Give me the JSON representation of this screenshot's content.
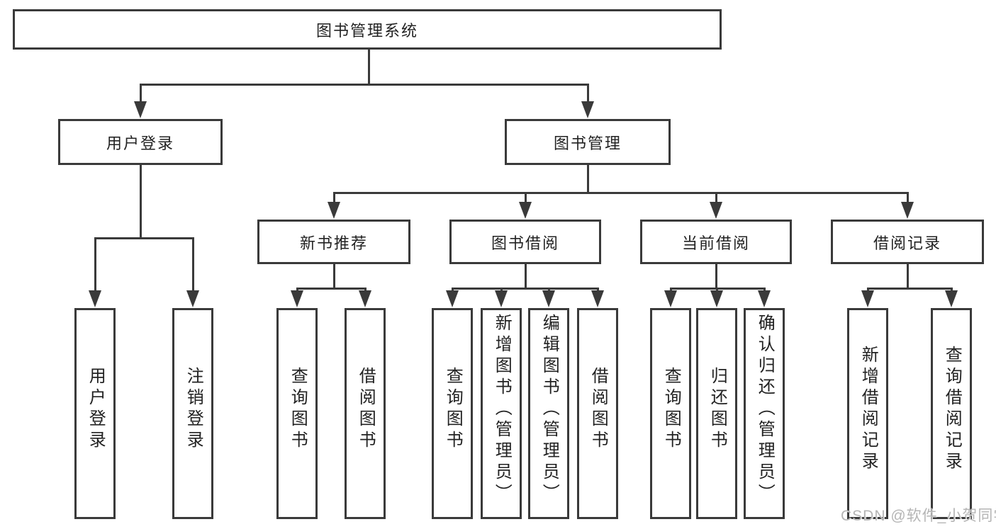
{
  "tree": {
    "label": "图书管理系统",
    "children": [
      {
        "label": "用户登录",
        "children": [
          {
            "label": "用户登录"
          },
          {
            "label": "注销登录"
          }
        ]
      },
      {
        "label": "图书管理",
        "children": [
          {
            "label": "新书推荐",
            "children": [
              {
                "label": "查询图书"
              },
              {
                "label": "借阅图书"
              }
            ]
          },
          {
            "label": "图书借阅",
            "children": [
              {
                "label": "查询图书"
              },
              {
                "label": "新增图书（管理员）"
              },
              {
                "label": "编辑图书（管理员）"
              },
              {
                "label": "借阅图书"
              }
            ]
          },
          {
            "label": "当前借阅",
            "children": [
              {
                "label": "查询图书"
              },
              {
                "label": "归还图书"
              },
              {
                "label": "确认归还（管理员）"
              }
            ]
          },
          {
            "label": "借阅记录",
            "children": [
              {
                "label": "新增借阅记录"
              },
              {
                "label": "查询借阅记录"
              }
            ]
          }
        ]
      }
    ]
  },
  "watermark": {
    "text": "CSDN @软件_小贺同学"
  },
  "colors": {
    "line": "#3a3a3a",
    "text": "#222222",
    "watermark": "#b5b5b5",
    "background": "#ffffff"
  }
}
